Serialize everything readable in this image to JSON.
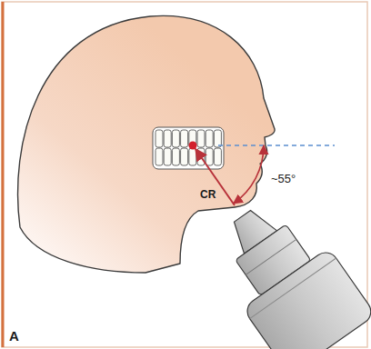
{
  "diagram": {
    "labels": [
      "CR",
      "~55°",
      "A"
    ]
  }
}
